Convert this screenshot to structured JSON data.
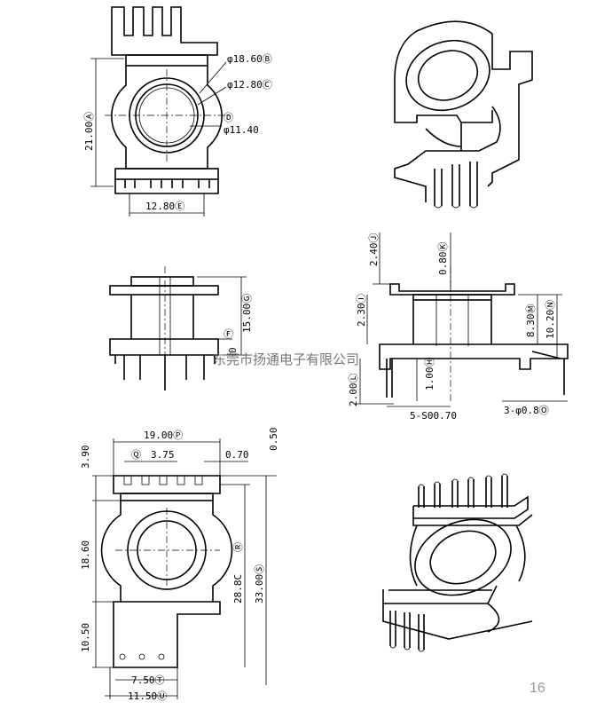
{
  "top_view": {
    "dim_b": "φ18.60Ⓑ",
    "dim_c": "φ12.80Ⓒ",
    "dim_d_circle": "Ⓓ",
    "dim_d": "φ11.40",
    "height": "21.00Ⓐ",
    "width": "12.80Ⓔ"
  },
  "side_view": {
    "height": "15.00Ⓖ",
    "flange": "Ⓕ",
    "flange_sub": "0"
  },
  "section_view": {
    "top_gap": "2.40Ⓙ",
    "flange_t": "0.80Ⓚ",
    "inner": "2.30",
    "inner_circle": "Ⓘ",
    "right_h1": "8.30Ⓜ",
    "right_h2": "10.20Ⓝ",
    "bottom_t": "1.00Ⓗ",
    "pin_len": "2.00Ⓛ",
    "pin_size": "5-S00.70",
    "pin_dia": "3-φ0.8Ⓞ"
  },
  "bottom_view": {
    "top_width": "19.00Ⓟ",
    "left_top": "3.90",
    "pitch": "3.75",
    "pitch_circle": "Ⓠ",
    "pin_w": "0.70",
    "right_top": "0.50",
    "mid_h": "18.60",
    "inner_h": "28.8C",
    "inner_circle": "Ⓡ",
    "total_h": "33.00Ⓢ",
    "low_h": "10.50",
    "base_w1": "7.50Ⓣ",
    "base_w2": "11.50Ⓤ"
  },
  "watermark": "东莞市扬通电子有限公司",
  "page_number": "16"
}
